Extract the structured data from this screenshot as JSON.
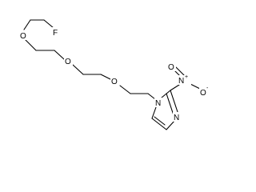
{
  "molecule": {
    "atoms": {
      "fluorine": "F",
      "oxygen_1": "O",
      "oxygen_2": "O",
      "oxygen_3": "O",
      "imidazole_n1": "N",
      "imidazole_n3": "N",
      "nitro_n": "N",
      "nitro_n_charge": "+",
      "nitro_o_top": "O",
      "nitro_o_side": "O",
      "nitro_o_side_charge": "-"
    }
  }
}
